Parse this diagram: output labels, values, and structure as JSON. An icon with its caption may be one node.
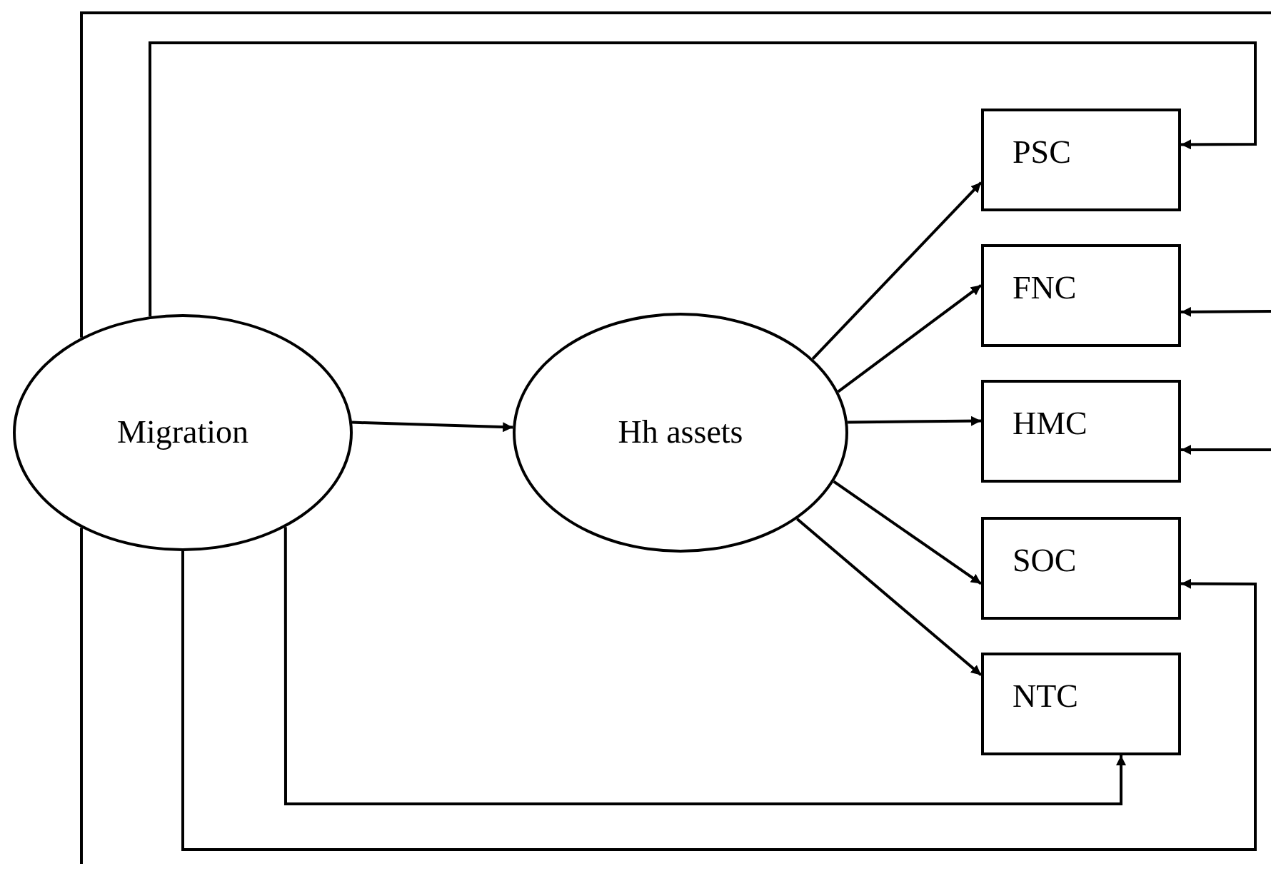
{
  "diagram": {
    "nodes": [
      {
        "text": [
          "Migration"
        ]
      },
      {
        "text": [
          "Hh assets"
        ]
      },
      {
        "text": [
          "PSC"
        ]
      },
      {
        "text": [
          "FNC"
        ]
      },
      {
        "text": [
          "HMC"
        ]
      },
      {
        "text": [
          "SOC"
        ]
      },
      {
        "text": [
          "NTC"
        ]
      }
    ],
    "edges": [
      {
        "from": 0,
        "to": 1,
        "arrow": "to"
      },
      {
        "from": 1,
        "to": 2,
        "arrow": "to"
      },
      {
        "from": 1,
        "to": 3,
        "arrow": "to"
      },
      {
        "from": 1,
        "to": 4,
        "arrow": "to"
      },
      {
        "from": 1,
        "to": 5,
        "arrow": "to"
      },
      {
        "from": 1,
        "to": 6,
        "arrow": "to"
      },
      {
        "from": 0,
        "to": 2,
        "arrow": "to"
      },
      {
        "from": 0,
        "to": 6,
        "arrow": "to"
      },
      {
        "from": 0,
        "to": 5,
        "arrow": "to"
      },
      {
        "from": null,
        "to": 3,
        "arrow": "to"
      },
      {
        "from": null,
        "to": 4,
        "arrow": "to"
      },
      {
        "from": 0,
        "to": null,
        "arrow": "none"
      },
      {
        "from": 0,
        "to": null,
        "arrow": "none"
      }
    ]
  }
}
